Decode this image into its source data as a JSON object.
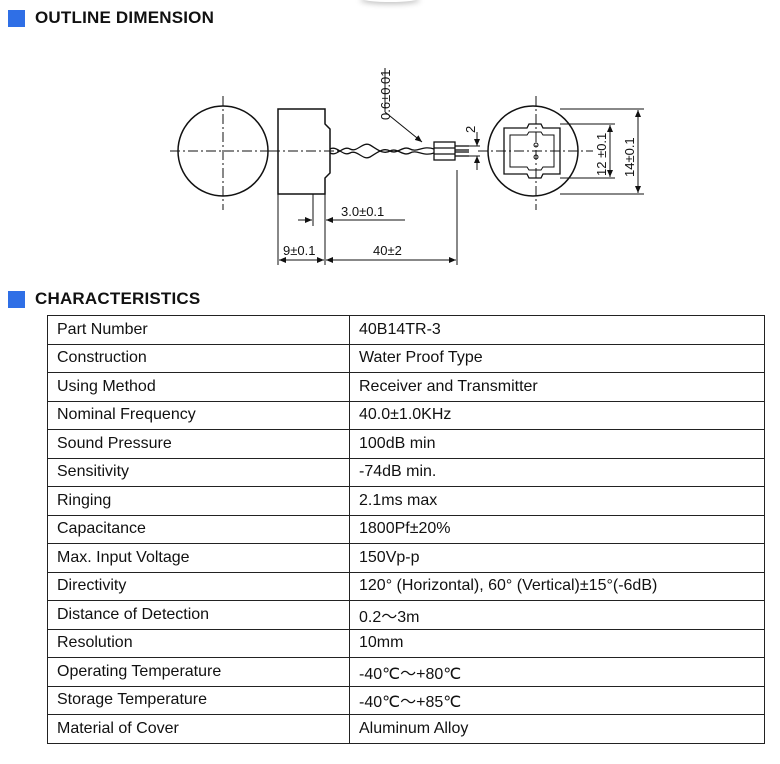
{
  "outline": {
    "title": "OUTLINE DIMENSION",
    "dims": {
      "wire_dia": "0.6±0.01",
      "pin_pitch": "2",
      "inner_height": "12 ±0.1",
      "outer_height": "14±0.1",
      "pin_length": "3.0±0.1",
      "body_length": "9±0.1",
      "lead_length": "40±2"
    }
  },
  "characteristics": {
    "title": "CHARACTERISTICS",
    "rows": [
      {
        "label": "Part Number",
        "value": "40B14TR-3"
      },
      {
        "label": "Construction",
        "value": "Water Proof Type"
      },
      {
        "label": "Using Method",
        "value": "Receiver and Transmitter"
      },
      {
        "label": "Nominal Frequency",
        "value": "40.0±1.0KHz"
      },
      {
        "label": "Sound Pressure",
        "value": "100dB min"
      },
      {
        "label": "Sensitivity",
        "value": "-74dB min."
      },
      {
        "label": "Ringing",
        "value": "2.1ms max"
      },
      {
        "label": "Capacitance",
        "value": "1800Pf±20%"
      },
      {
        "label": "Max. Input Voltage",
        "value": "150Vp-p"
      },
      {
        "label": "Directivity",
        "value": "120° (Horizontal), 60° (Vertical)±15°(-6dB)"
      },
      {
        "label": "Distance of Detection",
        "value": "0.2～3m"
      },
      {
        "label": "Resolution",
        "value": "10mm"
      },
      {
        "label": "Operating Temperature",
        "value": "-40℃～+80℃"
      },
      {
        "label": "Storage Temperature",
        "value": "-40℃～+85℃"
      },
      {
        "label": "Material of Cover",
        "value": "Aluminum Alloy"
      }
    ]
  }
}
